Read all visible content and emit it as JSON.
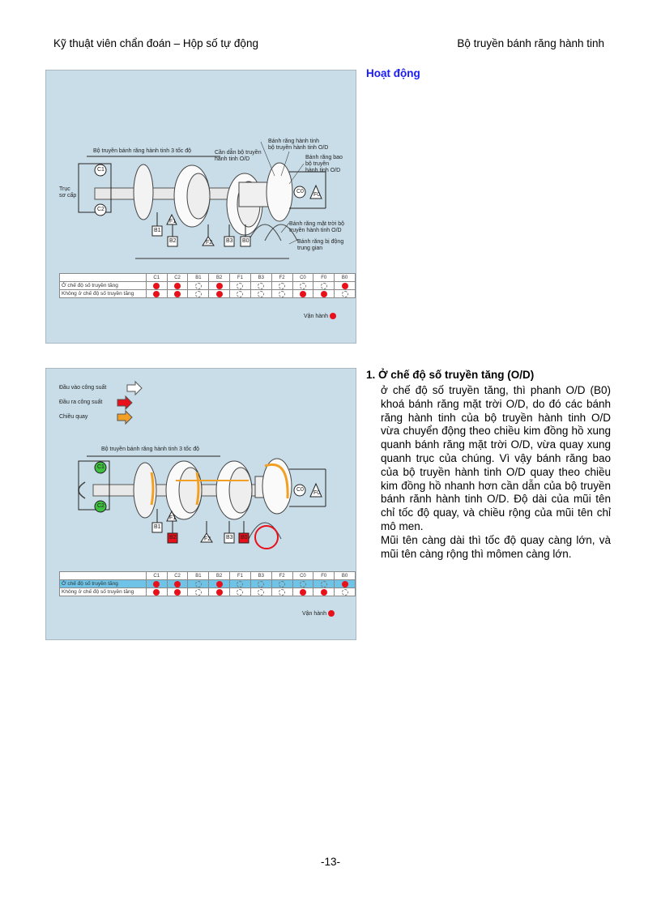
{
  "header": {
    "left": "Kỹ thuật viên chẩn đoán – Hộp số tự động",
    "right": "Bộ truyền bánh răng hành tinh"
  },
  "section_title": "Hoạt động",
  "figure1": {
    "labels": {
      "planetary_3speed": "Bộ truyền bánh răng hành tinh 3 tốc độ",
      "od_carrier": "Cần dẫn bộ truyền\nhành tinh O/D",
      "od_planet": "Bánh răng hành tinh\nbộ truyền hành tinh O/D",
      "od_ring": "Bánh răng bao\nbộ truyền\nhành tinh O/D",
      "input_shaft": "Trục\nsơ cấp",
      "od_sun": "Bánh răng mặt trời bộ\ntruyền hành tinh O/D",
      "counter_driven": "Bánh răng bị động\ntrung gian"
    },
    "components": [
      "C1",
      "C2",
      "B1",
      "B2",
      "F1",
      "B3",
      "F2",
      "C0",
      "F0",
      "B0"
    ],
    "rows": [
      {
        "label": "Ở chế độ số truyền tăng",
        "states": [
          1,
          1,
          0,
          1,
          0,
          0,
          0,
          0,
          0,
          1
        ]
      },
      {
        "label": "Không ở chế độ số truyền tăng",
        "states": [
          1,
          1,
          0,
          1,
          0,
          0,
          0,
          1,
          1,
          0
        ]
      }
    ],
    "operating_label": "Vận hành"
  },
  "figure2": {
    "legend": {
      "input": "Đầu vào công suất",
      "output": "Đầu ra công suất",
      "rotation": "Chiều quay"
    },
    "labels": {
      "planetary_3speed": "Bộ truyền bánh răng hành tinh 3 tốc độ"
    },
    "components": [
      "C1",
      "C2",
      "B1",
      "B2",
      "F1",
      "B3",
      "F2",
      "C0",
      "F0",
      "B0"
    ],
    "rows": [
      {
        "label": "Ở chế độ số truyền tăng",
        "states": [
          1,
          1,
          0,
          1,
          0,
          0,
          0,
          0,
          0,
          1
        ]
      },
      {
        "label": "Không ở chế độ số truyền tăng",
        "states": [
          1,
          1,
          0,
          1,
          0,
          0,
          0,
          1,
          1,
          0
        ]
      }
    ],
    "operating_label": "Vận hành"
  },
  "section1": {
    "heading": "1. Ở chế độ số truyền tăng (O/D)",
    "paragraph1": "ở chế độ số truyền tăng, thì phanh O/D (B0) khoá bánh răng mặt trời O/D, do đó các bánh răng hành tinh của bộ truyền hành tinh O/D vừa chuyển động theo chiều kim đồng hồ xung quanh bánh răng mặt trời O/D, vừa quay xung quanh trục của chúng. Vì vậy bánh răng bao của bộ truyền hành tinh O/D quay theo chiều kim đồng hồ nhanh hơn cần dẫn của bộ truyền bánh rănh hành tinh O/D. Độ dài của mũi tên chỉ tốc độ quay, và chiều rộng của mũi tên chỉ mô men.",
    "paragraph2": "Mũi tên càng dài thì tốc độ quay càng lớn, và mũi tên càng rộng thì mômen càng lớn."
  },
  "page_number": "-13-"
}
